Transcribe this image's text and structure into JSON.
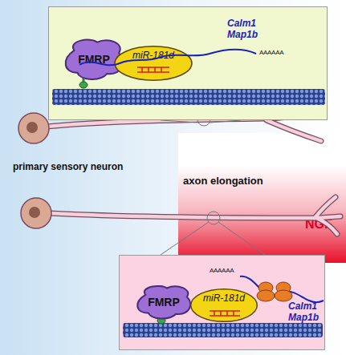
{
  "diagram": {
    "nodes": [
      {
        "text": [
          "Calm1 Map1b",
          "AAAAAA"
        ]
      },
      {
        "text": [
          "FMRP"
        ],
        "in": 0
      },
      {
        "text": [
          "miR-181d"
        ],
        "in": 0
      },
      {
        "text": [
          "axon elongation",
          "NGF"
        ]
      },
      {
        "text": [
          "AAAAAA",
          "Calm1 Map1b"
        ]
      },
      {
        "text": [
          "FMRP"
        ],
        "in": 4
      },
      {
        "text": [
          "miR-181d"
        ],
        "in": 4
      }
    ],
    "labels": [
      "primary sensory neuron"
    ]
  }
}
